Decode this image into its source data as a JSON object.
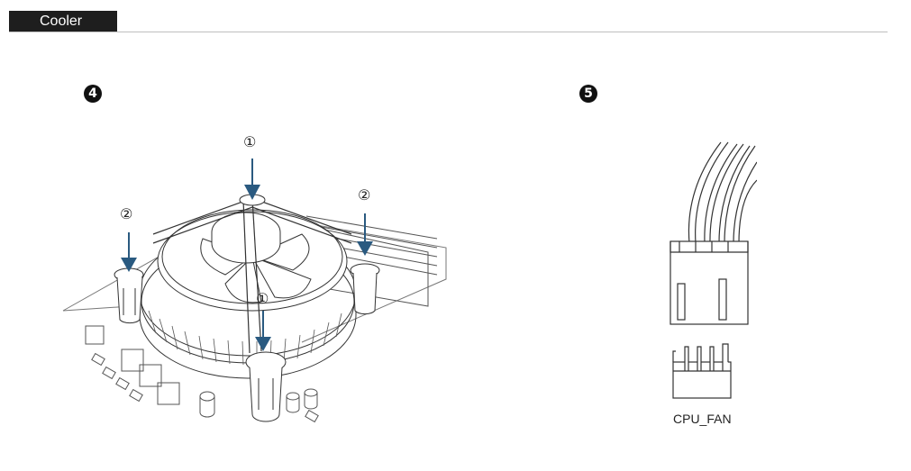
{
  "header": {
    "section_label": "Cooler"
  },
  "steps": [
    {
      "number": "4",
      "icon": "numbered-circle-4"
    },
    {
      "number": "5",
      "icon": "numbered-circle-5"
    }
  ],
  "cooler_figure": {
    "callouts": {
      "push_center_top": "①",
      "push_left": "②",
      "push_right": "②",
      "push_center_front": "①"
    },
    "arrow_color": "#2a5a80"
  },
  "connector_figure": {
    "label": "CPU_FAN"
  }
}
